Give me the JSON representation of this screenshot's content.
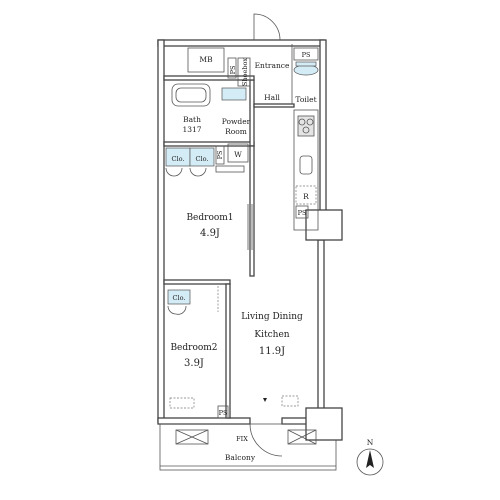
{
  "rooms": {
    "mb": "MB",
    "ps_top": "PS",
    "ps_entrance": "PS",
    "shoebox": "Shoebox",
    "entrance": "Entrance",
    "hall": "Hall",
    "toilet": "Toilet",
    "bath_name": "Bath",
    "bath_size": "1317",
    "powder_line1": "Powder",
    "powder_line2": "Room",
    "washer": "W",
    "ps_powder": "PS",
    "clo1": "Clo.",
    "clo2": "Clo.",
    "clo3": "Clo.",
    "bedroom1_name": "Bedroom1",
    "bedroom1_size": "4.9J",
    "bedroom2_name": "Bedroom2",
    "bedroom2_size": "3.9J",
    "ldk_line1": "Living Dining",
    "ldk_line2": "Kitchen",
    "ldk_size": "11.9J",
    "fridge": "R",
    "ps_kitchen": "PS",
    "ps_living": "PS",
    "fix": "FIX",
    "balcony": "Balcony"
  },
  "compass": {
    "north": "N"
  }
}
